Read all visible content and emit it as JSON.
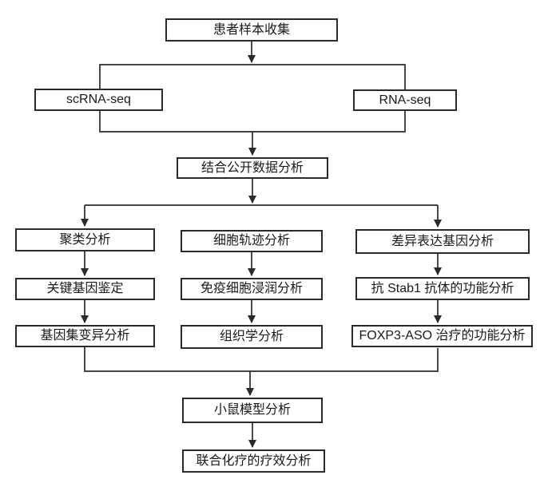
{
  "diagram": {
    "kind": "flowchart",
    "colors": {
      "background": "#ffffff",
      "line": "#2a2a2a",
      "box_fill": "#ffffff",
      "text": "#1a1a1a"
    },
    "nodes": {
      "patient_sample_collection": {
        "label": "患者样本收集"
      },
      "scrna_seq": {
        "label": "scRNA-seq"
      },
      "rna_seq": {
        "label": "RNA-seq"
      },
      "public_data_analysis": {
        "label": "结合公开数据分析"
      },
      "clustering_analysis": {
        "label": "聚类分析"
      },
      "cell_trajectory_analysis": {
        "label": "细胞轨迹分析"
      },
      "deg_analysis": {
        "label": "差异表达基因分析"
      },
      "key_gene_identification": {
        "label": "关键基因鉴定"
      },
      "immune_cell_infiltration_analysis": {
        "label": "免疫细胞浸润分析"
      },
      "anti_stab1_antibody_function_analysis": {
        "label": "抗 Stab1 抗体的功能分析"
      },
      "gene_set_variation_analysis": {
        "label": "基因集变异分析"
      },
      "histology_analysis": {
        "label": "组织学分析"
      },
      "foxp3_aso_treatment_function_analysis": {
        "label": "FOXP3-ASO 治疗的功能分析"
      },
      "mouse_model_analysis": {
        "label": "小鼠模型分析"
      },
      "combined_chemotherapy_efficacy_analysis": {
        "label": "联合化疗的疗效分析"
      }
    }
  }
}
